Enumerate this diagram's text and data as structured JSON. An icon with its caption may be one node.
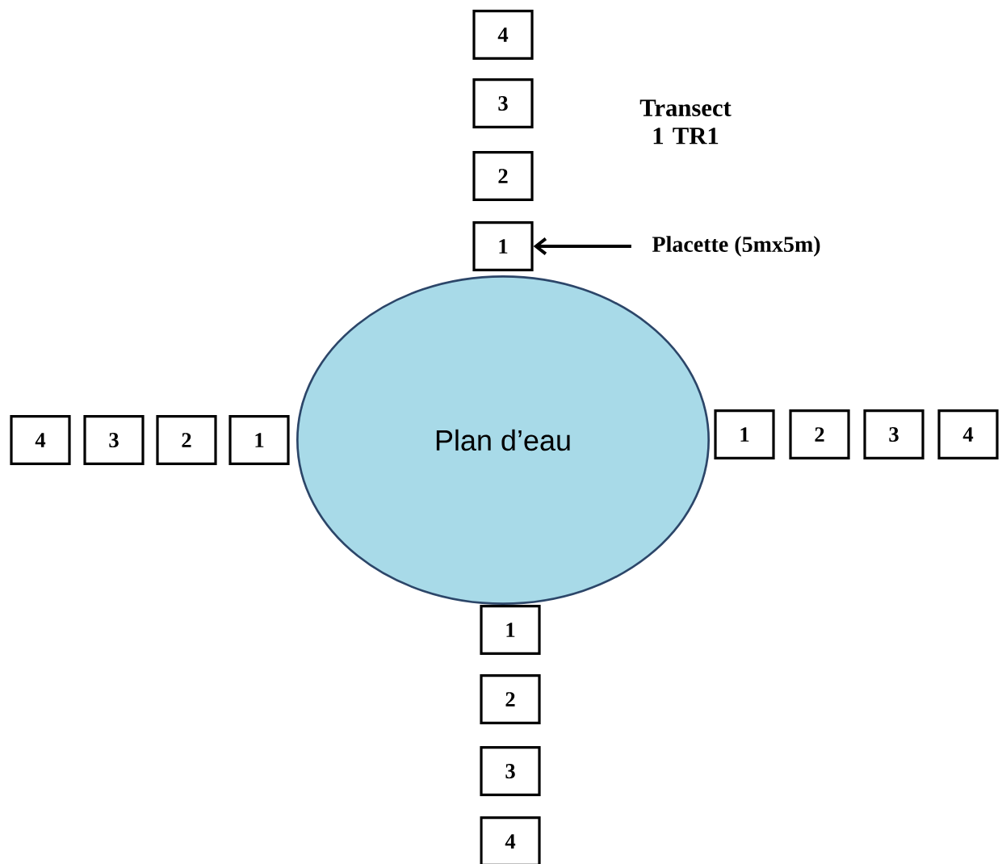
{
  "diagram": {
    "nodes": [
      {
        "text": [
          "4"
        ]
      },
      {
        "text": [
          "3"
        ]
      },
      {
        "text": [
          "2"
        ]
      },
      {
        "text": [
          "1"
        ]
      },
      {
        "text": [
          "Placette (5mx5m)"
        ]
      },
      {
        "text": [
          "Plan d’eau"
        ]
      },
      {
        "text": [
          "4"
        ]
      },
      {
        "text": [
          "3"
        ]
      },
      {
        "text": [
          "2"
        ]
      },
      {
        "text": [
          "1"
        ]
      },
      {
        "text": [
          "1"
        ]
      },
      {
        "text": [
          "2"
        ]
      },
      {
        "text": [
          "3"
        ]
      },
      {
        "text": [
          "4"
        ]
      },
      {
        "text": [
          "1"
        ]
      },
      {
        "text": [
          "2"
        ]
      },
      {
        "text": [
          "3"
        ]
      },
      {
        "text": [
          "4"
        ]
      }
    ],
    "edges": [
      {
        "from": 4,
        "to": 3,
        "arrow": "to"
      }
    ],
    "labels": [
      "Transect 1 TR1"
    ]
  }
}
